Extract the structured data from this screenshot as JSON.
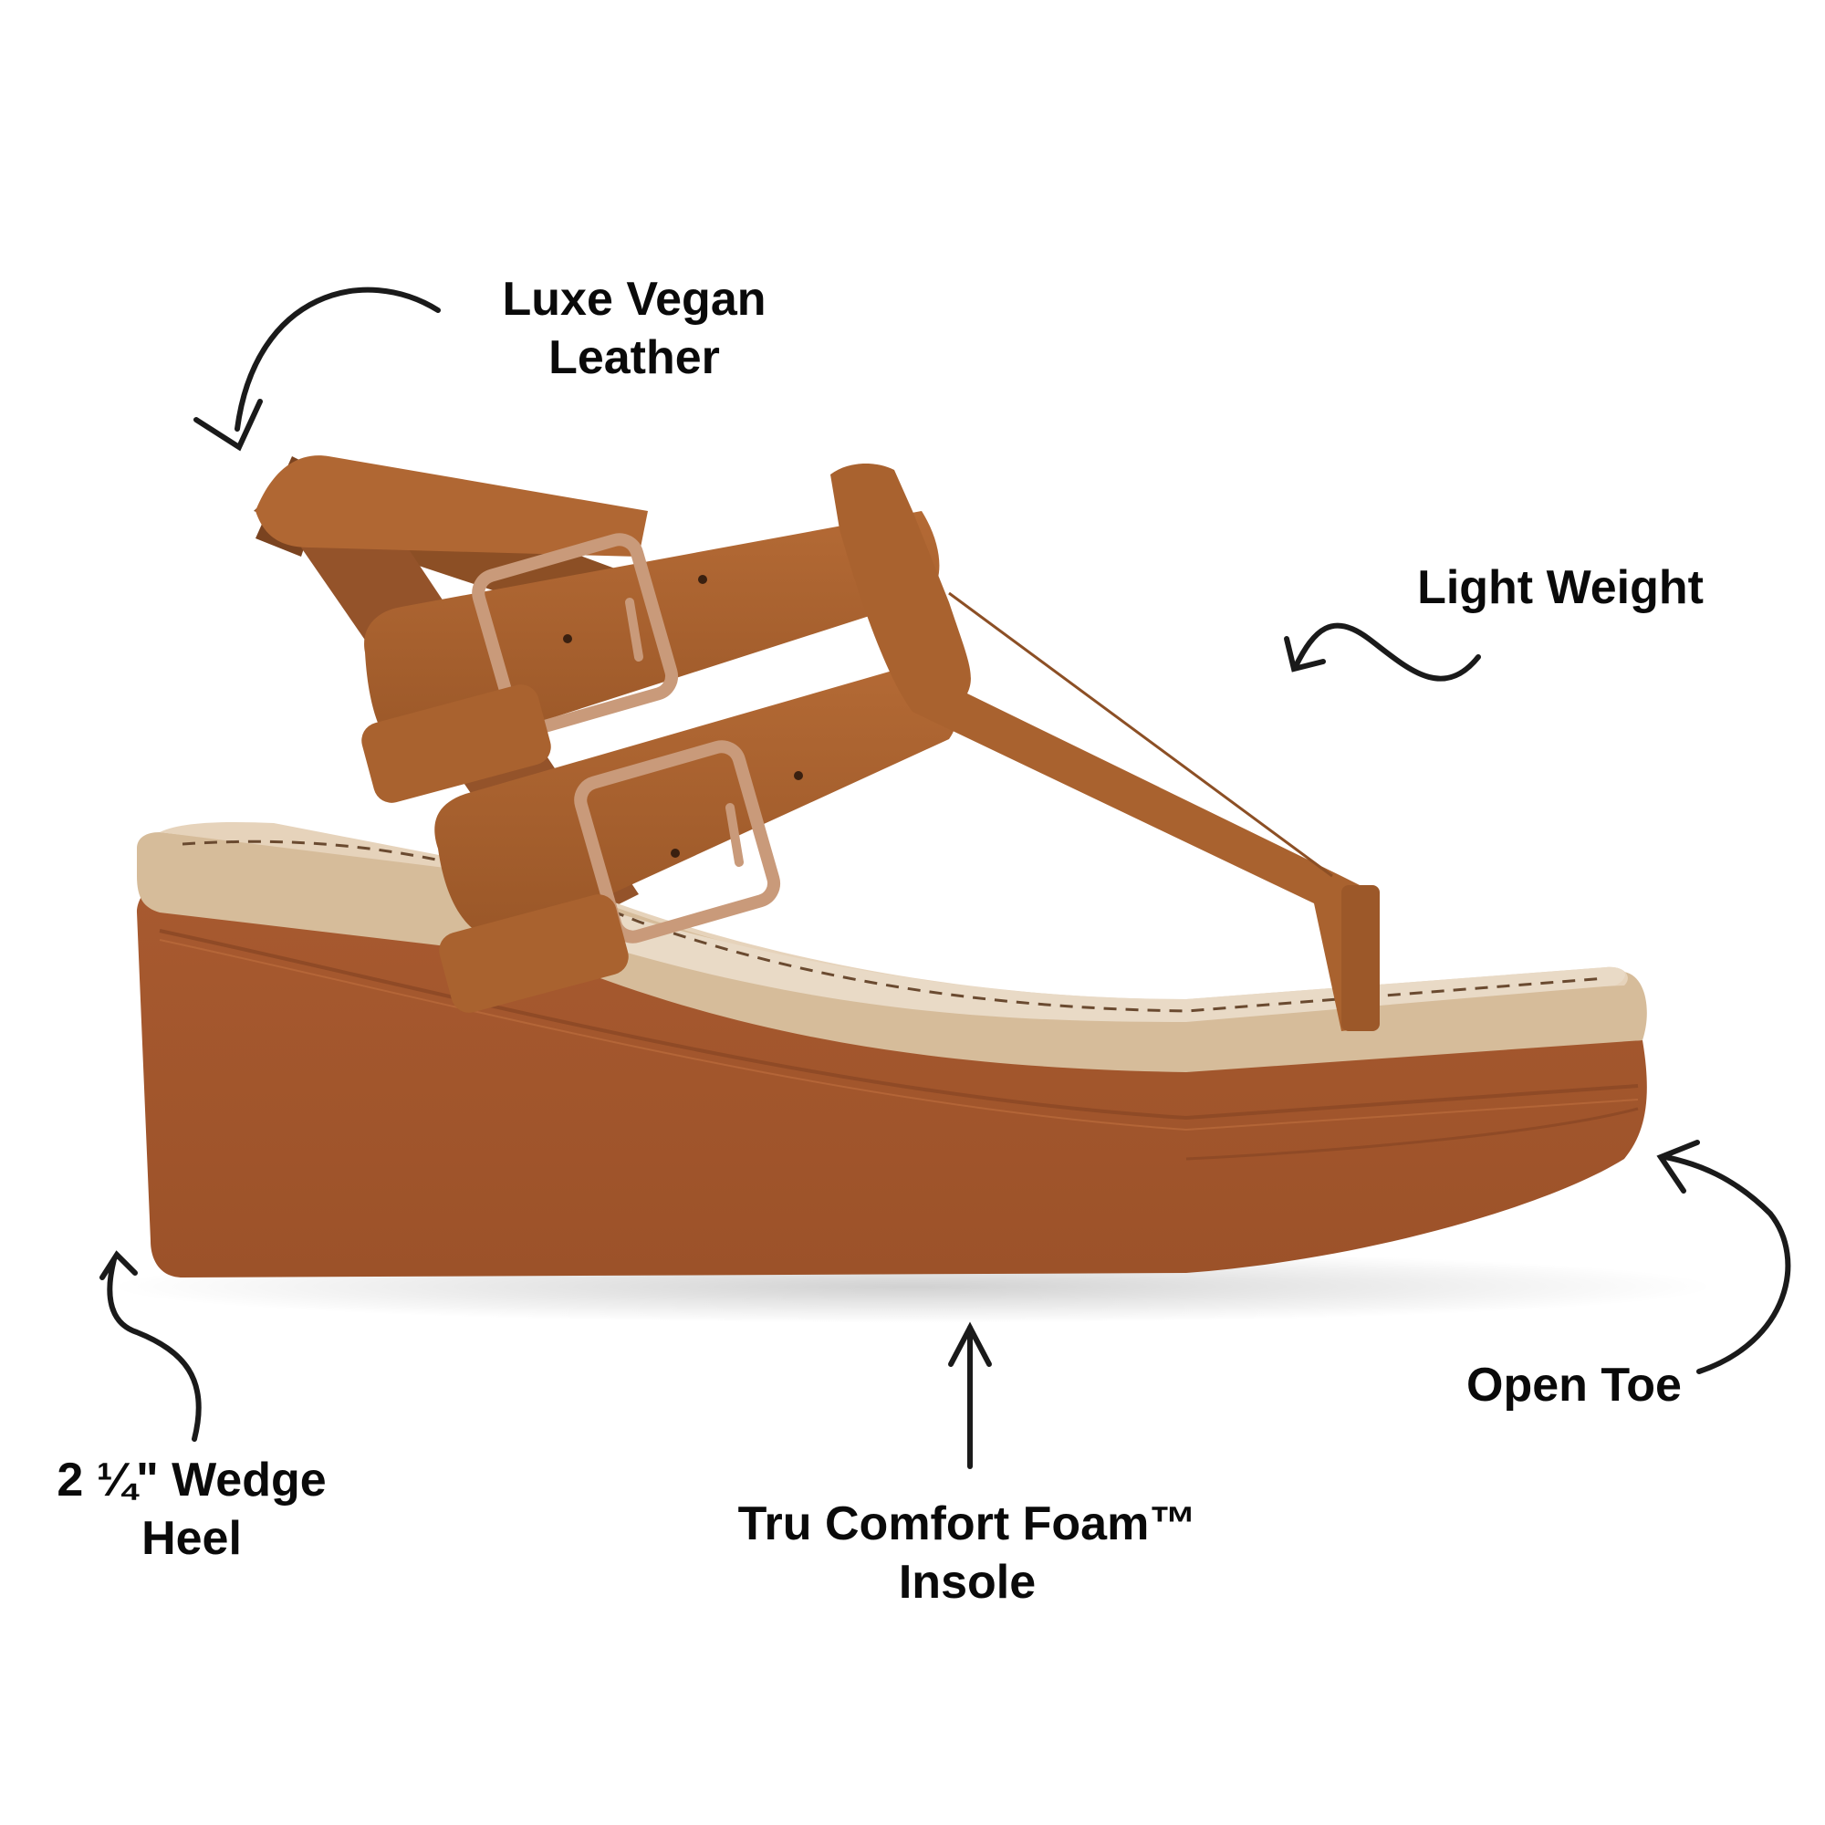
{
  "product": {
    "name": "T-strap wedge sandal",
    "colors": {
      "strap": "#a9622f",
      "strap_dark": "#8c4f25",
      "wedge": "#a85a30",
      "wedge_dark": "#8f4a26",
      "insole": "#d8c0a0",
      "footbed": "#e7d6c0",
      "buckle": "#c99a7a",
      "arrow": "#1a1a1a",
      "background": "#ffffff"
    }
  },
  "callouts": [
    {
      "id": "material",
      "line1": "Luxe Vegan",
      "line2": "Leather",
      "icon": "curved-arrow-down-left-icon"
    },
    {
      "id": "weight",
      "line1": "Light Weight",
      "line2": "",
      "icon": "squiggle-arrow-left-icon"
    },
    {
      "id": "heel",
      "line1": "2 ¼\" Wedge",
      "line2": "Heel",
      "icon": "curved-arrow-up-icon"
    },
    {
      "id": "insole",
      "line1": "Tru Comfort Foam™",
      "line2": "Insole",
      "icon": "straight-arrow-up-icon"
    },
    {
      "id": "toe",
      "line1": "Open Toe",
      "line2": "",
      "icon": "curved-arrow-up-left-icon"
    }
  ]
}
